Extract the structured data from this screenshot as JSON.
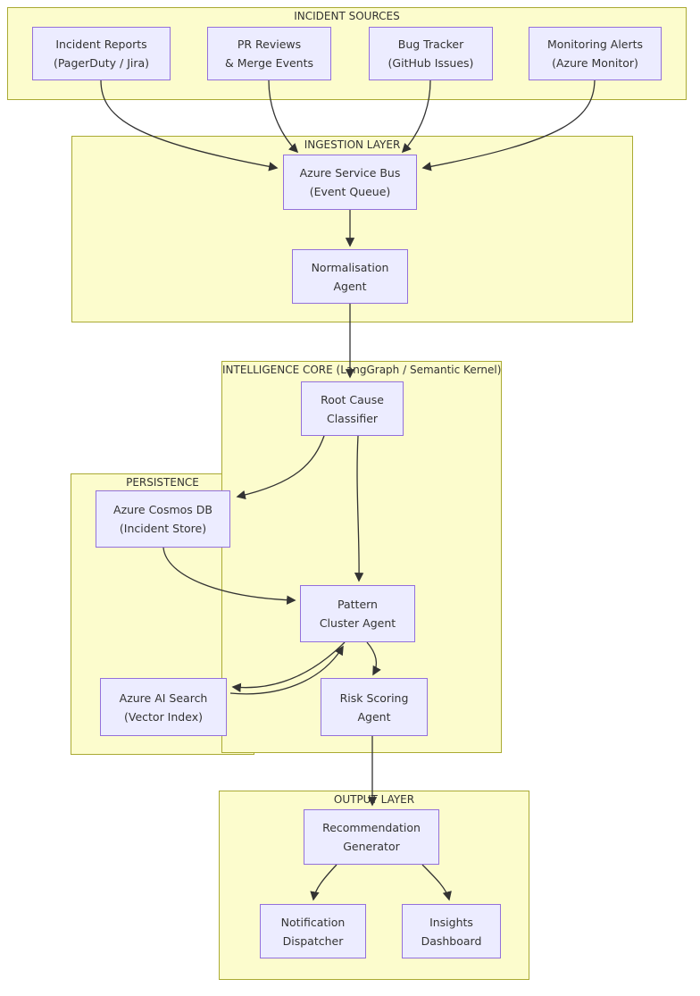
{
  "diagram": {
    "type": "flowchart",
    "direction": "top-down",
    "clusters": [
      {
        "id": "incident_sources",
        "label": "INCIDENT SOURCES"
      },
      {
        "id": "ingestion",
        "label": "INGESTION LAYER"
      },
      {
        "id": "intelligence_core",
        "label": "INTELLIGENCE CORE (LangGraph / Semantic Kernel)"
      },
      {
        "id": "persistence",
        "label": "PERSISTENCE"
      },
      {
        "id": "output_layer",
        "label": "OUTPUT LAYER"
      }
    ],
    "nodes": [
      {
        "id": "incident_reports",
        "cluster": "incident_sources",
        "line1": "Incident Reports",
        "line2": "(PagerDuty / Jira)"
      },
      {
        "id": "pr_reviews",
        "cluster": "incident_sources",
        "line1": "PR Reviews",
        "line2": "& Merge Events"
      },
      {
        "id": "bug_tracker",
        "cluster": "incident_sources",
        "line1": "Bug Tracker",
        "line2": "(GitHub Issues)"
      },
      {
        "id": "monitoring_alerts",
        "cluster": "incident_sources",
        "line1": "Monitoring Alerts",
        "line2": "(Azure Monitor)"
      },
      {
        "id": "service_bus",
        "cluster": "ingestion",
        "line1": "Azure Service Bus",
        "line2": "(Event Queue)"
      },
      {
        "id": "normalisation_agent",
        "cluster": "ingestion",
        "line1": "Normalisation",
        "line2": "Agent"
      },
      {
        "id": "root_cause_classifier",
        "cluster": "intelligence_core",
        "line1": "Root Cause",
        "line2": "Classifier"
      },
      {
        "id": "cosmos_db",
        "cluster": "persistence",
        "line1": "Azure Cosmos DB",
        "line2": "(Incident Store)"
      },
      {
        "id": "pattern_cluster_agent",
        "cluster": "intelligence_core",
        "line1": "Pattern",
        "line2": "Cluster Agent"
      },
      {
        "id": "ai_search",
        "cluster": "persistence",
        "line1": "Azure AI Search",
        "line2": "(Vector Index)"
      },
      {
        "id": "risk_scoring_agent",
        "cluster": "intelligence_core",
        "line1": "Risk Scoring",
        "line2": "Agent"
      },
      {
        "id": "recommendation_generator",
        "cluster": "output_layer",
        "line1": "Recommendation",
        "line2": "Generator"
      },
      {
        "id": "notification_dispatcher",
        "cluster": "output_layer",
        "line1": "Notification",
        "line2": "Dispatcher"
      },
      {
        "id": "insights_dashboard",
        "cluster": "output_layer",
        "line1": "Insights",
        "line2": "Dashboard"
      }
    ],
    "edges": [
      {
        "from": "incident_reports",
        "to": "service_bus"
      },
      {
        "from": "pr_reviews",
        "to": "service_bus"
      },
      {
        "from": "bug_tracker",
        "to": "service_bus"
      },
      {
        "from": "monitoring_alerts",
        "to": "service_bus"
      },
      {
        "from": "service_bus",
        "to": "normalisation_agent"
      },
      {
        "from": "normalisation_agent",
        "to": "root_cause_classifier"
      },
      {
        "from": "root_cause_classifier",
        "to": "cosmos_db"
      },
      {
        "from": "root_cause_classifier",
        "to": "pattern_cluster_agent"
      },
      {
        "from": "cosmos_db",
        "to": "pattern_cluster_agent"
      },
      {
        "from": "pattern_cluster_agent",
        "to": "ai_search"
      },
      {
        "from": "ai_search",
        "to": "pattern_cluster_agent"
      },
      {
        "from": "pattern_cluster_agent",
        "to": "risk_scoring_agent"
      },
      {
        "from": "risk_scoring_agent",
        "to": "recommendation_generator"
      },
      {
        "from": "recommendation_generator",
        "to": "notification_dispatcher"
      },
      {
        "from": "recommendation_generator",
        "to": "insights_dashboard"
      }
    ],
    "colors": {
      "node_fill": "#ECECFF",
      "node_border": "#9370DB",
      "cluster_fill": "#fcfccd",
      "cluster_border": "#aaaa33",
      "edge": "#333333",
      "text": "#333333"
    }
  }
}
